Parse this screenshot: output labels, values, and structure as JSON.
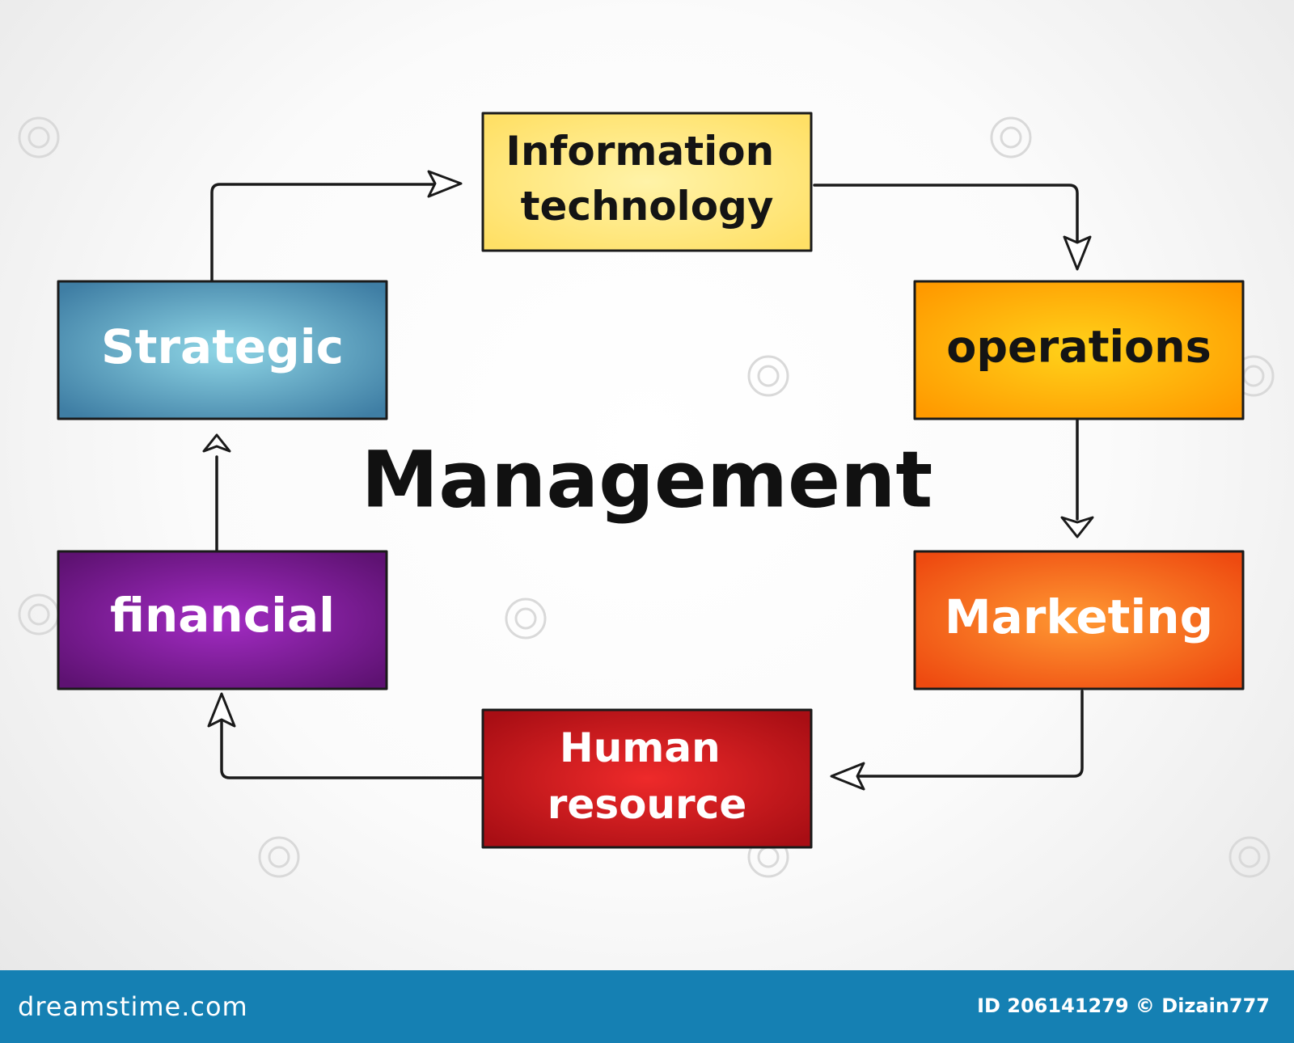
{
  "diagram": {
    "center_title": "Management",
    "nodes": {
      "information_technology": {
        "lines": [
          "Information",
          "technology"
        ],
        "color": "#ffe066"
      },
      "operations": {
        "lines": [
          "operations"
        ],
        "color": "#ffb000"
      },
      "marketing": {
        "lines": [
          "Marketing"
        ],
        "color": "#f46a1f"
      },
      "human_resource": {
        "lines": [
          "Human",
          "resource"
        ],
        "color": "#c81a1a"
      },
      "financial": {
        "lines": [
          "financial"
        ],
        "color": "#7a1a8e"
      },
      "strategic": {
        "lines": [
          "Strategic"
        ],
        "color": "#4f93b5"
      }
    },
    "flow": [
      "Strategic",
      "Information technology",
      "operations",
      "Marketing",
      "Human resource",
      "financial",
      "Strategic"
    ]
  },
  "footer": {
    "site": "dreamstime.com",
    "credit": "ID 206141279 © Dizain777",
    "color": "#1580b3"
  }
}
